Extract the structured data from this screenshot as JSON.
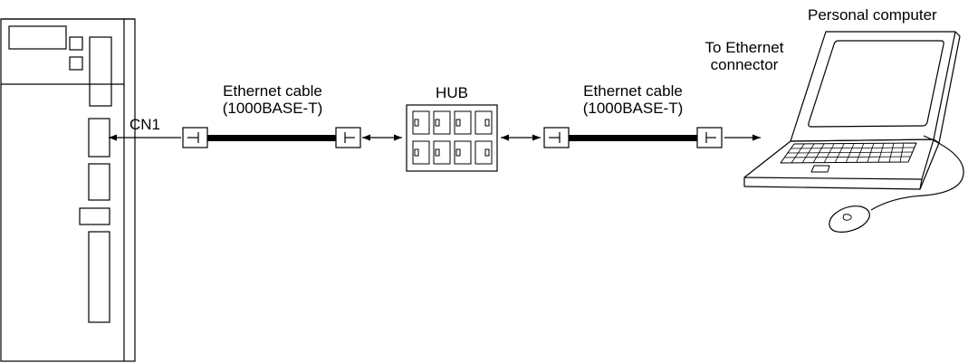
{
  "labels": {
    "cn1": "CN1",
    "cable_left_line1": "Ethernet cable",
    "cable_left_line2": "(1000BASE-T)",
    "hub": "HUB",
    "cable_right_line1": "Ethernet cable",
    "cable_right_line2": "(1000BASE-T)",
    "personal_computer": "Personal computer",
    "to_ethernet_line1": "To Ethernet",
    "to_ethernet_line2": "connector"
  },
  "colors": {
    "stroke": "#000000",
    "background": "#ffffff"
  }
}
